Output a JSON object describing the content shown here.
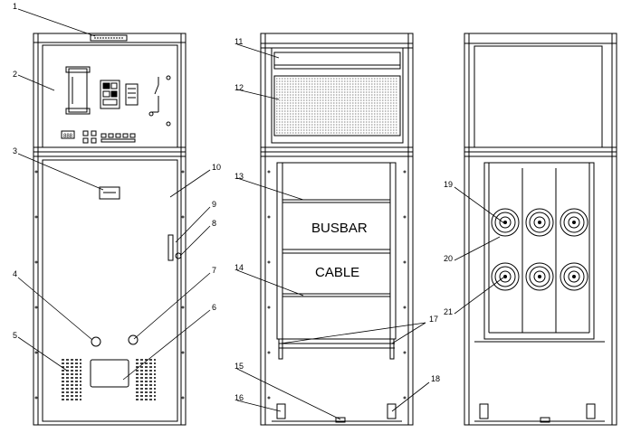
{
  "callouts": {
    "c1": "1",
    "c2": "2",
    "c3": "3",
    "c4": "4",
    "c5": "5",
    "c6": "6",
    "c7": "7",
    "c8": "8",
    "c9": "9",
    "c10": "10",
    "c11": "11",
    "c12": "12",
    "c13": "13",
    "c14": "14",
    "c15": "15",
    "c16": "16",
    "c17": "17",
    "c18": "18",
    "c19": "19",
    "c20": "20",
    "c21": "21"
  },
  "labels": {
    "busbar": "BUSBAR",
    "cable": "CABLE"
  },
  "relay_display": "888"
}
